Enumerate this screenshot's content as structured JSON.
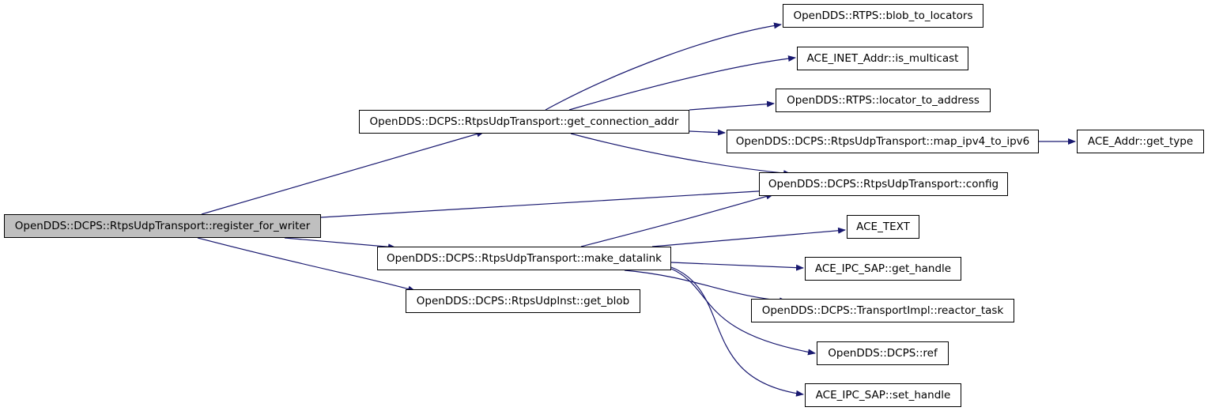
{
  "colors": {
    "edge": "#191970",
    "root_fill": "#bfbfbf",
    "node_fill": "#ffffff",
    "border": "#000000"
  },
  "nodes": [
    {
      "id": "register_for_writer",
      "label": "OpenDDS::DCPS::RtpsUdpTransport::register_for_writer",
      "root": true
    },
    {
      "id": "get_connection_addr",
      "label": "OpenDDS::DCPS::RtpsUdpTransport::get_connection_addr"
    },
    {
      "id": "make_datalink",
      "label": "OpenDDS::DCPS::RtpsUdpTransport::make_datalink"
    },
    {
      "id": "get_blob",
      "label": "OpenDDS::DCPS::RtpsUdpInst::get_blob"
    },
    {
      "id": "blob_to_locators",
      "label": "OpenDDS::RTPS::blob_to_locators"
    },
    {
      "id": "is_multicast",
      "label": "ACE_INET_Addr::is_multicast"
    },
    {
      "id": "locator_to_address",
      "label": "OpenDDS::RTPS::locator_to_address"
    },
    {
      "id": "map_ipv4_to_ipv6",
      "label": "OpenDDS::DCPS::RtpsUdpTransport::map_ipv4_to_ipv6"
    },
    {
      "id": "config",
      "label": "OpenDDS::DCPS::RtpsUdpTransport::config"
    },
    {
      "id": "ace_text",
      "label": "ACE_TEXT"
    },
    {
      "id": "get_handle",
      "label": "ACE_IPC_SAP::get_handle"
    },
    {
      "id": "reactor_task",
      "label": "OpenDDS::DCPS::TransportImpl::reactor_task"
    },
    {
      "id": "ref",
      "label": "OpenDDS::DCPS::ref"
    },
    {
      "id": "set_handle",
      "label": "ACE_IPC_SAP::set_handle"
    },
    {
      "id": "get_type",
      "label": "ACE_Addr::get_type"
    }
  ],
  "edges": [
    {
      "from": "register_for_writer",
      "to": "get_connection_addr"
    },
    {
      "from": "register_for_writer",
      "to": "config"
    },
    {
      "from": "register_for_writer",
      "to": "make_datalink"
    },
    {
      "from": "register_for_writer",
      "to": "get_blob"
    },
    {
      "from": "get_connection_addr",
      "to": "blob_to_locators"
    },
    {
      "from": "get_connection_addr",
      "to": "is_multicast"
    },
    {
      "from": "get_connection_addr",
      "to": "locator_to_address"
    },
    {
      "from": "get_connection_addr",
      "to": "map_ipv4_to_ipv6"
    },
    {
      "from": "get_connection_addr",
      "to": "config"
    },
    {
      "from": "map_ipv4_to_ipv6",
      "to": "get_type"
    },
    {
      "from": "make_datalink",
      "to": "config"
    },
    {
      "from": "make_datalink",
      "to": "ace_text"
    },
    {
      "from": "make_datalink",
      "to": "get_handle"
    },
    {
      "from": "make_datalink",
      "to": "reactor_task"
    },
    {
      "from": "make_datalink",
      "to": "ref"
    },
    {
      "from": "make_datalink",
      "to": "set_handle"
    }
  ]
}
